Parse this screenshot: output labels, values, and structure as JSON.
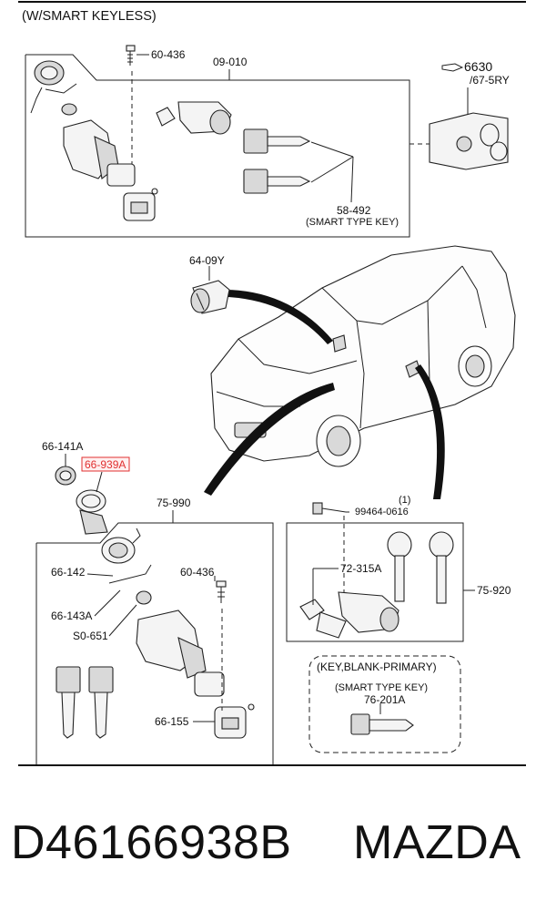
{
  "header": {
    "title": "(W/SMART KEYLESS)"
  },
  "callouts": {
    "c_60_436_top": "60-436",
    "c_09_010": "09-010",
    "c_6630": "6630",
    "c_67_5ry": "/67-5RY",
    "c_58_492": "58-492",
    "c_smart_type_key_1": "(SMART TYPE KEY)",
    "c_64_09y": "64-09Y",
    "c_66_141a": "66-141A",
    "c_66_939a": "66-939A",
    "c_75_990": "75-990",
    "c_qty_1": "(1)",
    "c_99464": "99464-0616",
    "c_72_315a": "72-315A",
    "c_75_920": "75-920",
    "c_66_142": "66-142",
    "c_60_436_bottom": "60-436",
    "c_66_143a": "66-143A",
    "c_s0_651": "S0-651",
    "c_66_155": "66-155",
    "c_key_blank": "(KEY,BLANK-PRIMARY)",
    "c_smart_type_key_2": "(SMART TYPE KEY)",
    "c_76_201a": "76-201A"
  },
  "highlight_color": "#e03030",
  "footer": {
    "part_number": "D46166938B",
    "brand": "MAZDA"
  }
}
